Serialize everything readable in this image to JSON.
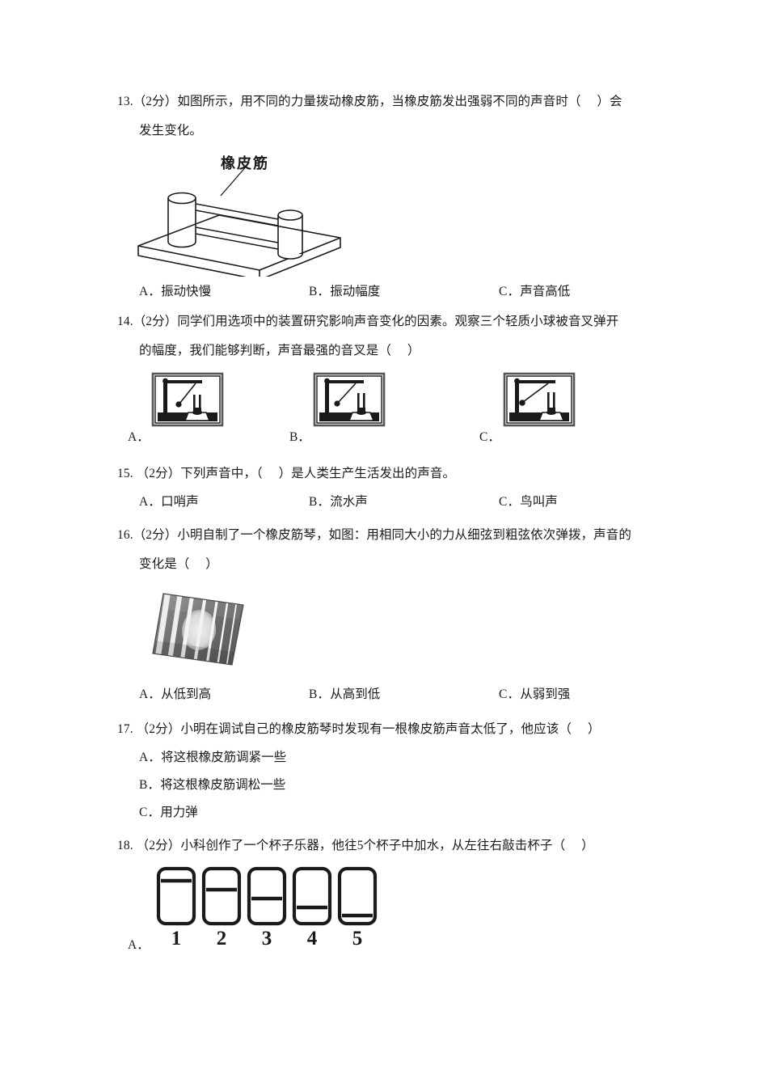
{
  "document": {
    "type": "exam-paper",
    "subject_hint": "科学 声音单元 选择题",
    "page_background": "#ffffff",
    "ink_color": "#1a1a1a"
  },
  "questions": [
    {
      "id": "q13",
      "number": "13.",
      "marks": "（2分）",
      "stem_line1": "如图所示，用不同的力量拨动橡皮筋，当橡皮筋发出强弱不同的声音时（",
      "stem_line1_tail": "）会",
      "stem_line2": "发生变化。",
      "figure": {
        "name": "rubber-band-board",
        "caption": "橡皮筋"
      },
      "options_layout": "inline",
      "options": [
        {
          "label": "A．",
          "text": "振动快慢"
        },
        {
          "label": "B．",
          "text": "振动幅度"
        },
        {
          "label": "C．",
          "text": "声音高低"
        }
      ]
    },
    {
      "id": "q14",
      "number": "14.",
      "marks": "（2分）",
      "stem_line1": "同学们用选项中的装置研究影响声音变化的因素。观察三个轻质小球被音叉弹开",
      "stem_line2": "的幅度，我们能够判断，声音最强的音叉是（",
      "stem_line2_tail": "）",
      "figure": {
        "name": "tuning-fork-trio",
        "items": [
          {
            "label": "A．",
            "deflection": "small"
          },
          {
            "label": "B．",
            "deflection": "medium"
          },
          {
            "label": "C．",
            "deflection": "large"
          }
        ]
      },
      "options_layout": "image"
    },
    {
      "id": "q15",
      "number": "15.",
      "marks": "（2分）",
      "stem_line1": "下列声音中，（",
      "stem_line1_tail": "）是人类生产生活发出的声音。",
      "options_layout": "inline",
      "options": [
        {
          "label": "A．",
          "text": "口哨声"
        },
        {
          "label": "B．",
          "text": "流水声"
        },
        {
          "label": "C．",
          "text": "鸟叫声"
        }
      ]
    },
    {
      "id": "q16",
      "number": "16.",
      "marks": "（2分）",
      "stem_line1": "小明自制了一个橡皮筋琴，如图：用相同大小的力从细弦到粗弦依次弹拨，声音的",
      "stem_line2": "变化是（",
      "stem_line2_tail": "）",
      "figure": {
        "name": "rubber-band-zither-photo"
      },
      "options_layout": "inline",
      "options": [
        {
          "label": "A．",
          "text": "从低到高"
        },
        {
          "label": "B．",
          "text": "从高到低"
        },
        {
          "label": "C．",
          "text": "从弱到强"
        }
      ]
    },
    {
      "id": "q17",
      "number": "17.",
      "marks": "（2分）",
      "stem_line1": "小明在调试自己的橡皮筋琴时发现有一根橡皮筋声音太低了，他应该（",
      "stem_line1_tail": "）",
      "options_layout": "stacked",
      "options": [
        {
          "label": "A．",
          "text": "将这根橡皮筋调紧一些"
        },
        {
          "label": "B．",
          "text": "将这根橡皮筋调松一些"
        },
        {
          "label": "C．",
          "text": "用力弹"
        }
      ]
    },
    {
      "id": "q18",
      "number": "18.",
      "marks": "（2分）",
      "stem_line1": "小科创作了一个杯子乐器，他往5个杯子中加水，从左往右敲击杯子（",
      "stem_line1_tail": "）",
      "figure": {
        "name": "five-water-cups",
        "option_label": "A．",
        "cups": [
          {
            "number": "1",
            "fill_level": 0.78
          },
          {
            "number": "2",
            "fill_level": 0.62
          },
          {
            "number": "3",
            "fill_level": 0.46
          },
          {
            "number": "4",
            "fill_level": 0.3
          },
          {
            "number": "5",
            "fill_level": 0.14
          }
        ]
      },
      "options_layout": "image"
    }
  ]
}
